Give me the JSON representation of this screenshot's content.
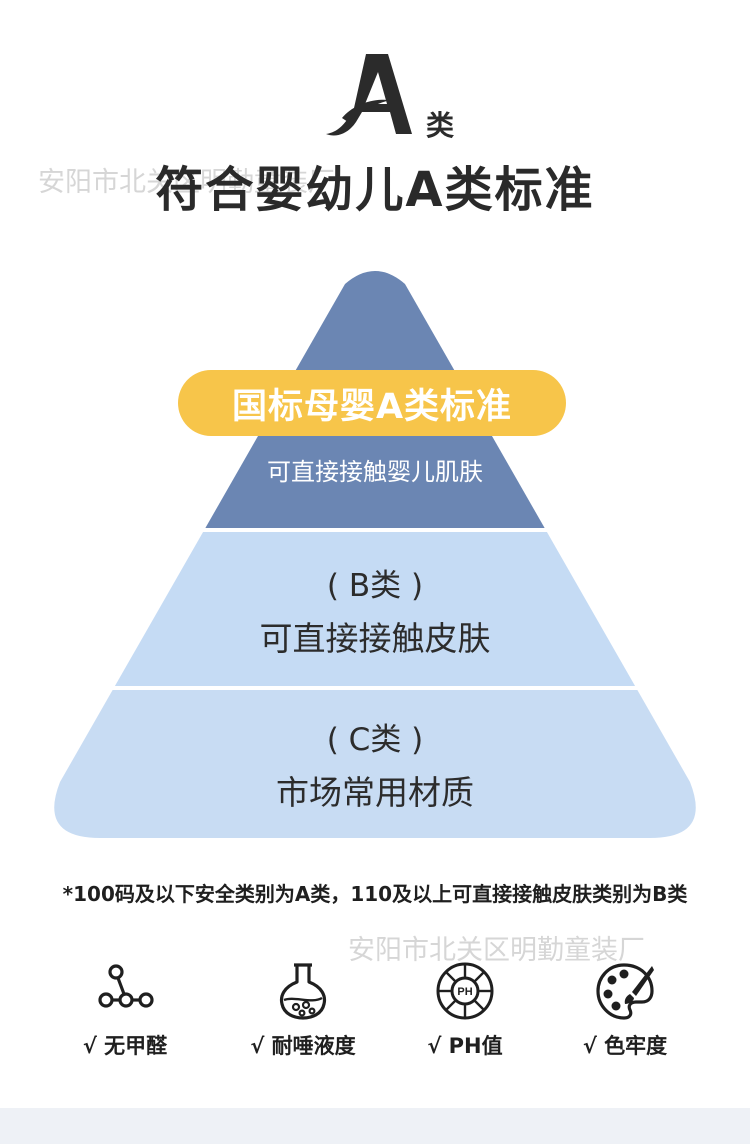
{
  "logo": {
    "letter": "A",
    "suffix": "类"
  },
  "page_title": "符合婴幼儿A类标准",
  "watermarks": [
    "安阳市北关区明勤童装厂",
    "安阳市北关区明勤童装厂"
  ],
  "tiers": {
    "a": {
      "badge": "国标母婴A类标准",
      "subtitle": "可直接接触婴儿肌肤"
    },
    "b": {
      "class": "( B类 )",
      "subtitle": "可直接接触皮肤"
    },
    "c": {
      "class": "( C类 )",
      "subtitle": "市场常用材质"
    }
  },
  "colors": {
    "tier_a": "#6b86b3",
    "tier_b": "#c5dbf4",
    "tier_c": "#c8dcf3",
    "badge": "#f7c54a"
  },
  "note": "*100码及以下安全类别为A类，110及以上可直接接触皮肤类别为B类",
  "features": [
    {
      "icon": "molecule-icon",
      "label": "√ 无甲醛"
    },
    {
      "icon": "flask-icon",
      "label": "√ 耐唾液度"
    },
    {
      "icon": "ph-gauge-icon",
      "label": "√ PH值"
    },
    {
      "icon": "palette-icon",
      "label": "√ 色牢度"
    }
  ],
  "ph_text": "PH"
}
